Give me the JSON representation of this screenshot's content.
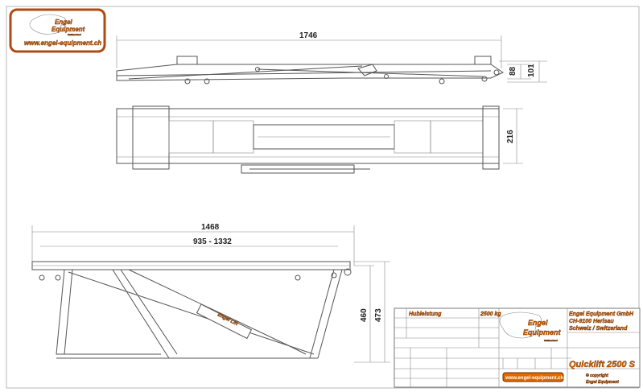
{
  "logo": {
    "line1": "Engel",
    "line2": "Equipment",
    "line3": "Switzerland",
    "url": "www.engel-equipment.ch"
  },
  "dimensions": {
    "side_length": "1746",
    "side_height_low": "88",
    "side_height_high": "101",
    "plan_width": "216",
    "raised_length": "1468",
    "raised_span": "935 - 1332",
    "raised_height_low": "460",
    "raised_height_high": "473"
  },
  "cylinder_label": "Engel Lift",
  "title_block": {
    "capacity_label": "Hubleistung",
    "capacity_value": "2500 kg",
    "company": "Engel Equipment GmbH",
    "address": "CH-9100  Herisau",
    "country": "Schweiz / Switzerland",
    "product": "Quicklift  2500 S",
    "copyright_line1": "© copyright",
    "copyright_line2": "Engel Equipment",
    "url": "www.engel-equipment.ch"
  },
  "colors": {
    "accent": "#e06a00",
    "outline": "#8a3a10",
    "line": "#555555"
  }
}
